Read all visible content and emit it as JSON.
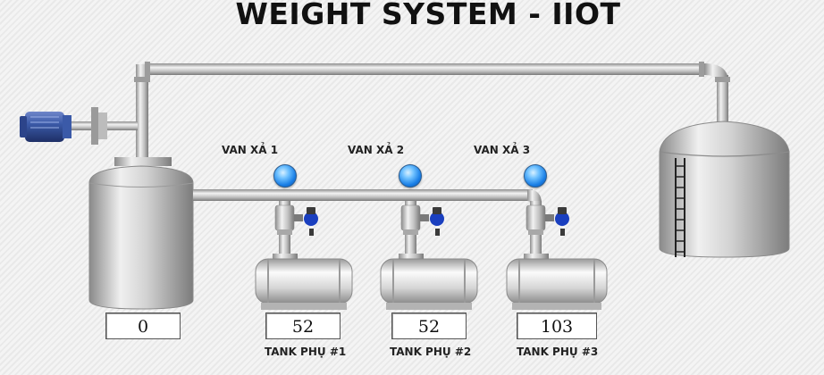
{
  "title": "WEIGHT SYSTEM - IIOT",
  "colors": {
    "pipe": "#c9c9c9",
    "lamp": "#1a7fe6",
    "tank": "#d7d7d7",
    "valve_handle": "#1a3fbf"
  },
  "icons": {
    "pump": "pump-motor-icon",
    "valve": "valve-icon",
    "lamp": "indicator-lamp-icon"
  },
  "main_tank": {
    "weight": "0"
  },
  "valves": [
    {
      "label": "VAN XẢ 1"
    },
    {
      "label": "VAN XẢ 2"
    },
    {
      "label": "VAN XẢ 3"
    }
  ],
  "tanks": [
    {
      "weight": "52",
      "label": "TANK PHỤ #1"
    },
    {
      "weight": "52",
      "label": "TANK PHỤ #2"
    },
    {
      "weight": "103",
      "label": "TANK PHỤ #3"
    }
  ]
}
